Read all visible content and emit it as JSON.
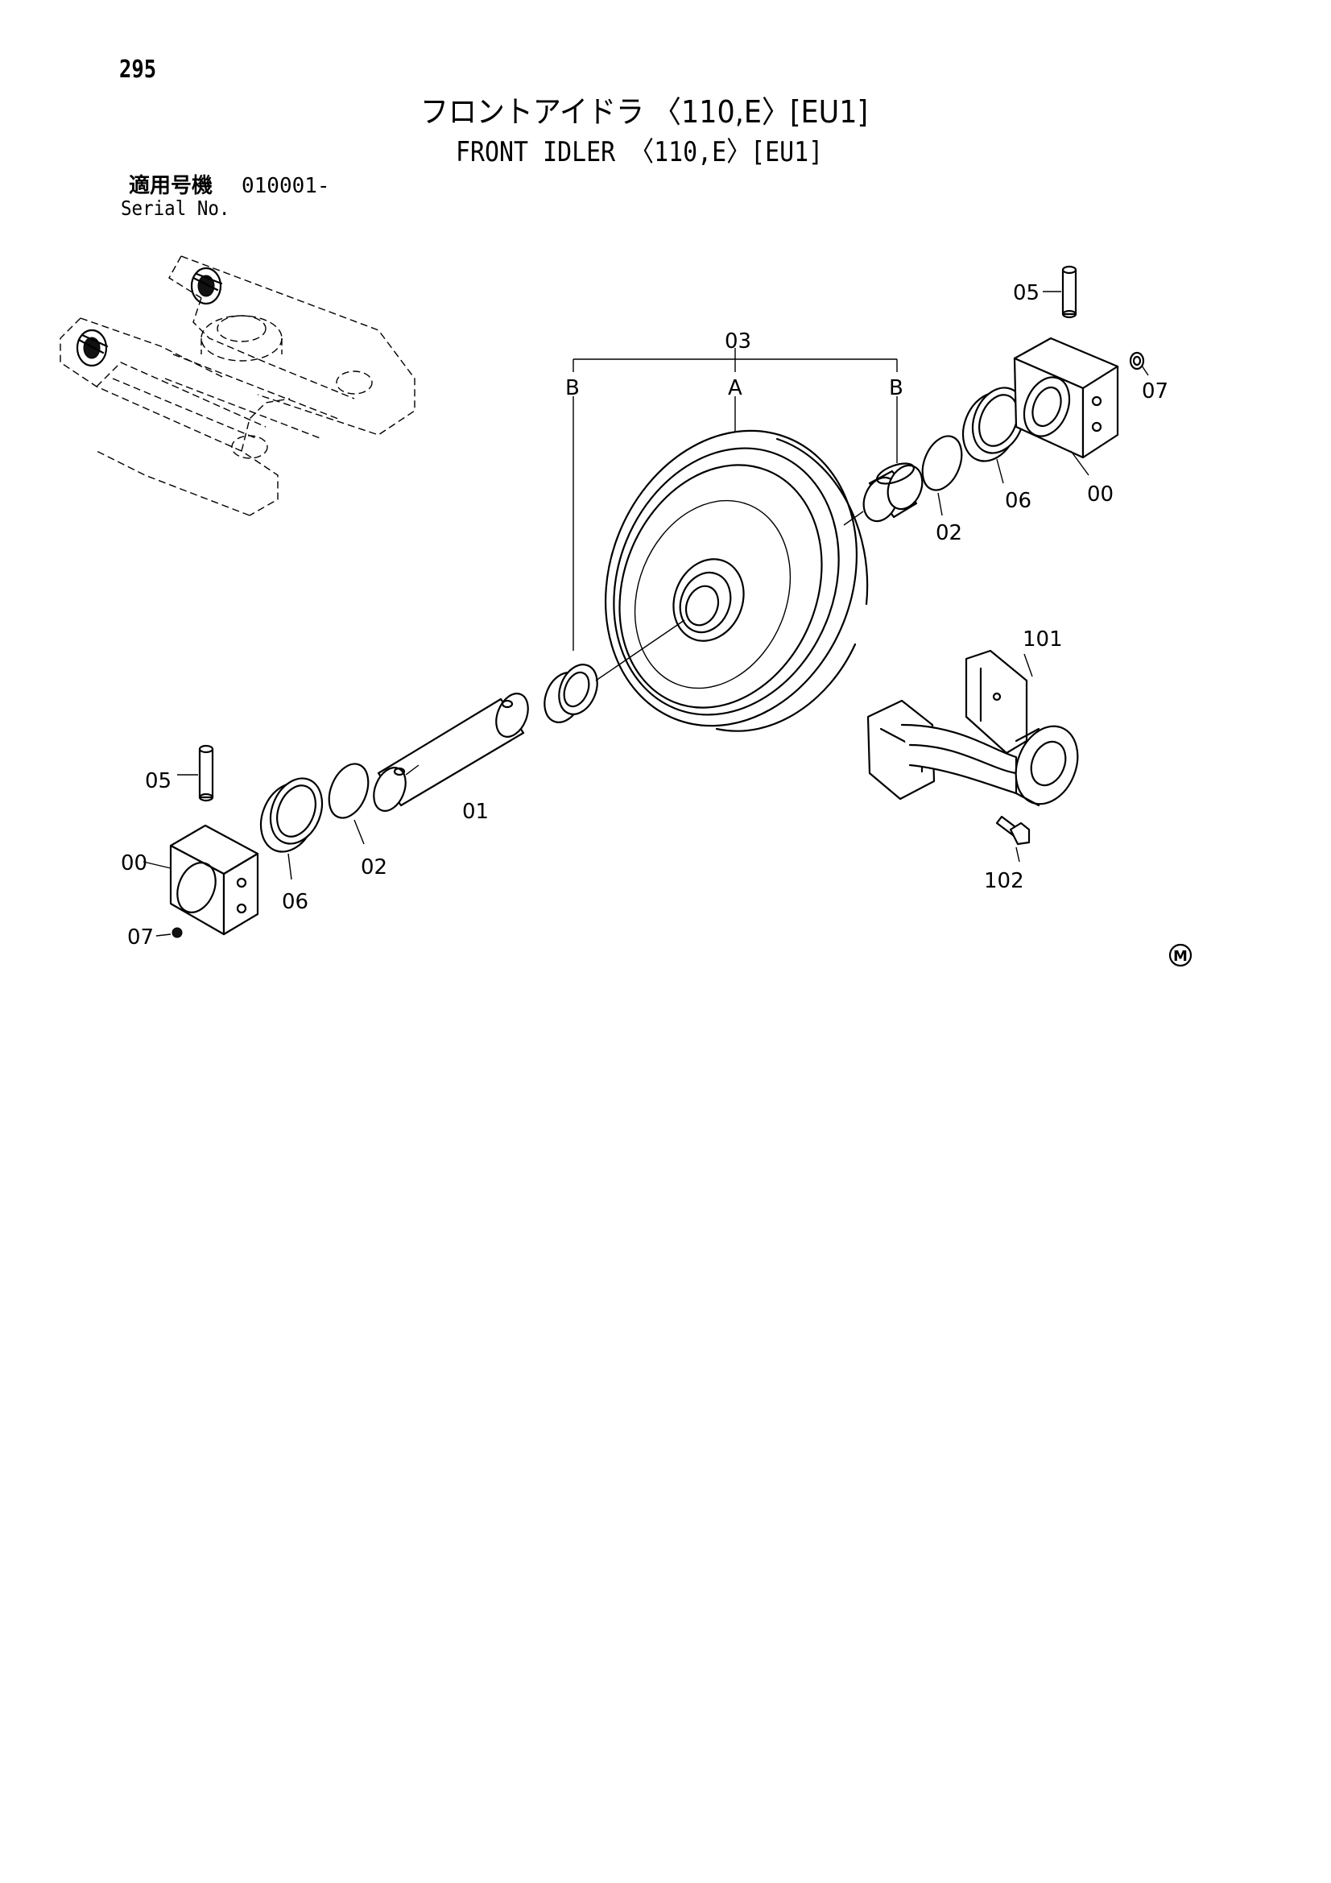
{
  "header": {
    "page_number": "295",
    "title_jp": "フロントアイドラ 〈110,E〉[EU1]",
    "title_en": "FRONT IDLER 〈110,E〉[EU1]"
  },
  "serial": {
    "label_jp": "適用号機",
    "value": "010001-",
    "label_en": "Serial No."
  },
  "callouts": {
    "assy": "03",
    "sub_a": "A",
    "sub_b_left": "B",
    "sub_b_right": "B",
    "pin_right": "05",
    "plug_right": "07",
    "collar_right": "00",
    "seal_right": "06",
    "oring_right": "02",
    "bracket": "101",
    "bolt": "102",
    "shaft": "01",
    "pin_left": "05",
    "collar_left": "00",
    "seal_left": "06",
    "oring_left": "02",
    "plug_left": "07"
  },
  "mark": "M"
}
